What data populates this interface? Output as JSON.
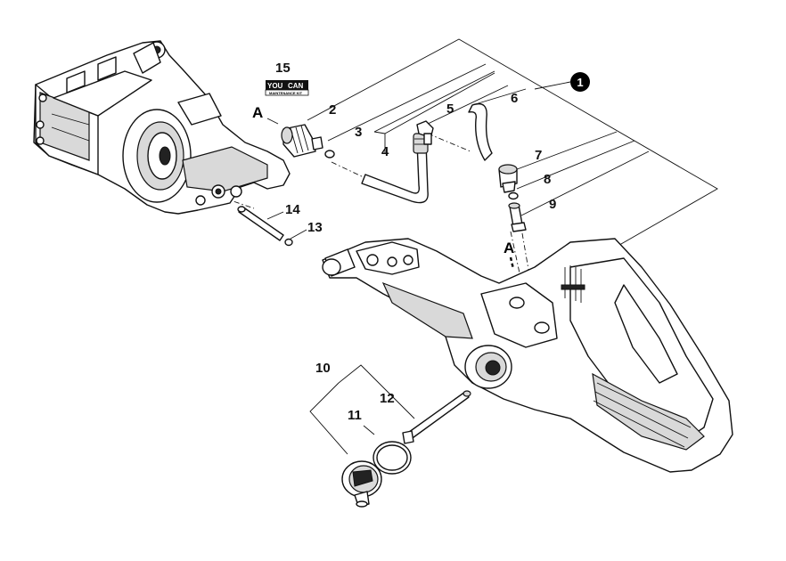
{
  "diagram": {
    "callout_marker": "1",
    "kit_badge": {
      "top": "YOU",
      "bottom": "CAN",
      "subtitle": "MAINTENANCE KIT"
    },
    "reference_letters": [
      "A",
      "A"
    ],
    "part_numbers": [
      "15",
      "2",
      "3",
      "4",
      "5",
      "6",
      "7",
      "8",
      "9",
      "14",
      "13",
      "10",
      "11",
      "12"
    ]
  }
}
